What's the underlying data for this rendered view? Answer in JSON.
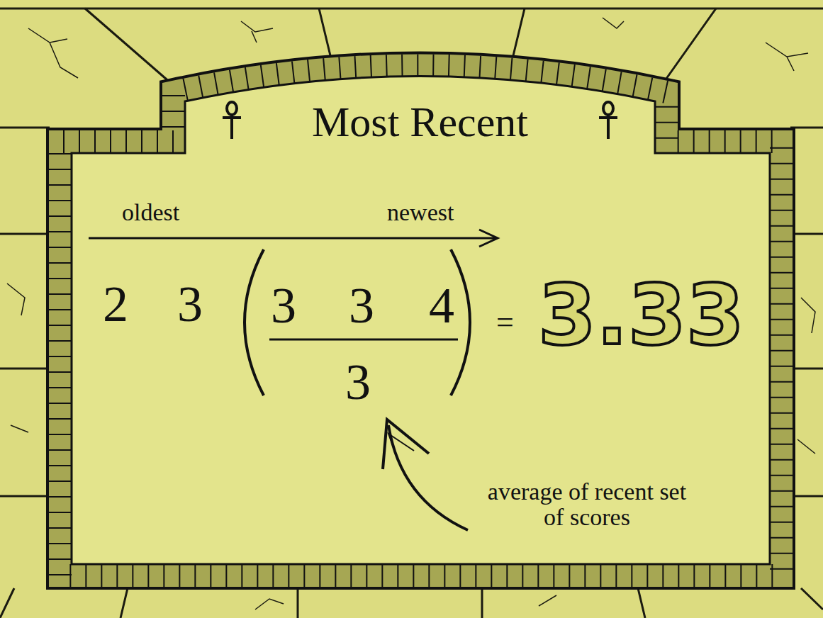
{
  "diagram": {
    "title": "Most Recent",
    "labels": [
      "oldest",
      "newest",
      "2",
      "3",
      "3",
      "3",
      "4",
      "3",
      "=",
      "3.33",
      "average of recent set of scores"
    ]
  }
}
